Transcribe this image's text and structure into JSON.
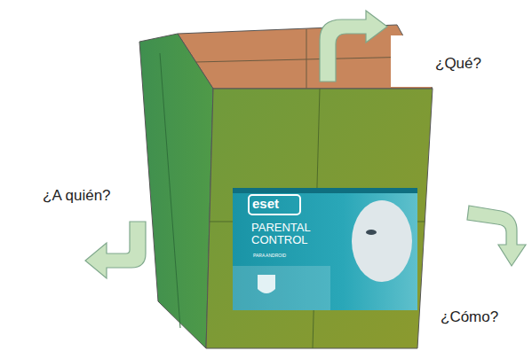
{
  "diagram": {
    "labels": [
      "¿Qué?",
      "¿A quién?",
      "¿Cómo?",
      "eset",
      "PARENTAL CONTROL",
      "PARA ANDROID"
    ]
  }
}
